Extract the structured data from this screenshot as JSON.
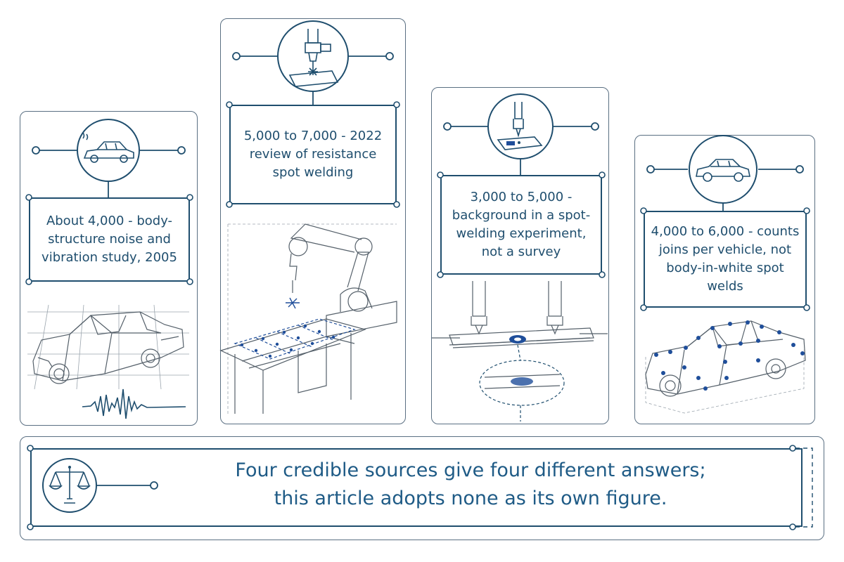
{
  "sources": [
    {
      "id": "noise-study",
      "text": "About 4,000 - body-structure noise and vibration study, 2005",
      "icon": "car-body-icon"
    },
    {
      "id": "review-2022",
      "text": "5,000 to 7,000 - 2022 review of resistance spot welding",
      "icon": "spot-weld-gun-icon"
    },
    {
      "id": "experiment",
      "text": "3,000 to 5,000 - background in a spot-welding experiment, not a survey",
      "icon": "weld-electrode-icon"
    },
    {
      "id": "joins-count",
      "text": "4,000 to 6,000 - counts joins per vehicle, not body-in-white spot welds",
      "icon": "sedan-icon"
    }
  ],
  "summary": {
    "line1": "Four credible sources give four different answers;",
    "line2": "this article adopts none as its own figure.",
    "icon": "balance-scale-icon"
  },
  "colors": {
    "accent": "#1f4e6e",
    "banner_text": "#1f5b86",
    "border": "#5a6f82",
    "weld_dot": "#1f4e9a"
  }
}
